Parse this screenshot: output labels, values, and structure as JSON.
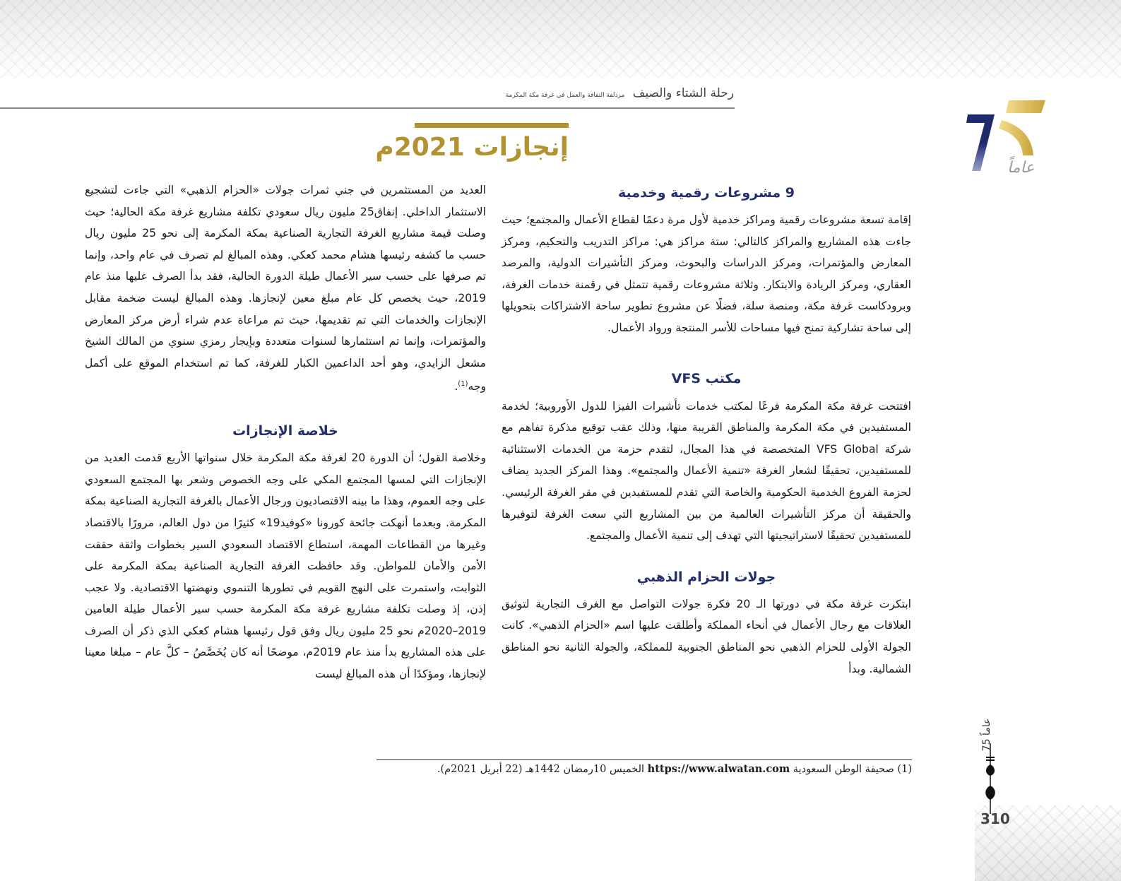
{
  "header": {
    "publication_title": "رحلة الشتاء والصيف",
    "publication_subtitle": "مزدلفة الثقافة والعمل في غرفة مكة المكرمة"
  },
  "logo": {
    "text": "75 عاماً",
    "colors": {
      "navy": "#1f2a6e",
      "gold": "#c9a43a"
    }
  },
  "page_title": "إنجازات 2021م",
  "accent_color": "#b39232",
  "heading_color": "#24306e",
  "right_column": {
    "sections": [
      {
        "heading": "9 مشروعات رقمية وخدمية",
        "text": "إقامة تسعة مشروعات رقمية ومراكز خدمية لأول مرة دعمًا لقطاع الأعمال والمجتمع؛ حيث جاءت هذه المشاريع والمراكز كالتالي: ستة مراكز هي: مراكز التدريب والتحكيم، ومركز المعارض والمؤتمرات، ومركز الدراسات والبحوث، ومركز التأشيرات الدولية، والمرصد العقاري، ومركز الريادة والابتكار. وثلاثة مشروعات رقمية تتمثل في رقمنة خدمات الغرفة، وبرودكاست غرفة مكة، ومنصة سلة، فضلًا عن مشروع تطوير ساحة الاشتراكات بتحويلها إلى ساحة تشاركية تمنح فيها مساحات للأسر المنتجة ورواد الأعمال."
      },
      {
        "heading": "مكتب VFS",
        "text": "افتتحت غرفة مكة المكرمة فرعًا لمكتب خدمات تأشيرات الفيزا للدول الأوروبية؛ لخدمة المستفيدين في مكة المكرمة والمناطق القريبة منها، وذلك عقب توقيع مذكرة تفاهم مع شركة VFS Global المتخصصة في هذا المجال، لتقدم حزمة من الخدمات الاستثنائية للمستفيدين، تحقيقًا لشعار الغرفة «تنمية الأعمال والمجتمع». وهذا المركز الجديد يضاف لحزمة الفروع الخدمية الحكومية والخاصة التي تقدم للمستفيدين في مقر الغرفة الرئيسي. والحقيقة أن مركز التأشيرات العالمية من بين المشاريع التي سعت الغرفة لتوفيرها للمستفيدين تحقيقًا لاستراتيجيتها التي تهدف إلى تنمية الأعمال والمجتمع."
      },
      {
        "heading": "جولات الحزام الذهبي",
        "text": "ابتكرت غرفة مكة في دورتها الـ 20 فكرة جولات التواصل مع الغرف التجارية لتوثيق العلاقات مع رجال الأعمال في أنحاء المملكة وأطلقت عليها اسم «الحزام الذهبي». كانت الجولة الأولى للحزام الذهبي نحو المناطق الجنوبية للمملكة، والجولة الثانية نحو المناطق الشمالية. وبدأ"
      }
    ]
  },
  "left_column": {
    "intro_text": "العديد من المستثمرين في جني ثمرات جولات «الحزام الذهبي» التي جاءت لتشجيع الاستثمار الداخلي. إنفاق25 مليون ريال سعودي تكلفة مشاريع غرفة مكة الحالية؛ حيث وصلت قيمة مشاريع الغرفة التجارية الصناعية بمكة المكرمة إلى نحو 25 مليون ريال حسب ما كشفه رئيسها هشام محمد كعكي. وهذه المبالغ لم تصرف في عام واحد، وإنما تم صرفها على حسب سير الأعمال طيلة الدورة الحالية، فقد بدأ الصرف عليها منذ عام 2019، حيث يخصص كل عام مبلغ معين لإنجازها. وهذه المبالغ ليست ضخمة مقابل الإنجازات والخدمات التي تم تقديمها، حيث تم مراعاة عدم شراء أرض مركز المعارض والمؤتمرات، وإنما تم استثمارها لسنوات متعددة وبإيجار رمزي سنوي من المالك الشيخ مشعل الزايدي، وهو أحد الداعمين الكبار للغرفة، كما تم استخدام الموقع على أكمل وجه",
    "footnote_ref": "(1)",
    "intro_end": ".",
    "summary_heading": "خلاصة الإنجازات",
    "summary_text": "وخلاصة القول؛ أن الدورة 20 لغرفة مكة المكرمة خلال سنواتها الأربع قدمت العديد من الإنجازات التي لمسها المجتمع المكي على وجه الخصوص وشعر بها المجتمع السعودي على وجه العموم، وهذا ما بينه الاقتصاديون ورجال الأعمال بالغرفة التجارية الصناعية بمكة المكرمة. وبعدما أنهكت جائحة كورونا «كوفيد19» كثيرًا من دول العالم، مرورًا بالاقتصاد وغيرها من القطاعات المهمة، استطاع الاقتصاد السعودي السير بخطوات واثقة حققت الأمن والأمان للمواطن. وقد حافظت الغرفة التجارية الصناعية بمكة المكرمة على الثوابت، واستمرت على النهج القويم في تطورها التنموي ونهضتها الاقتصادية. ولا عجب إذن، إذ وصلت تكلفة مشاريع غرفة مكة المكرمة حسب سير الأعمال طيلة العامين 2019–2020م نحو 25 مليون ريال وفق قول رئيسها هشام كعكي الذي ذكر أن الصرف على هذه المشاريع بدأ منذ عام 2019م، موضحًا أنه كان يُخَصَّصُ – كلَّ عام – مبلغا معينا لإنجازها، ومؤكدًا أن هذه المبالغ ليست"
  },
  "footnote": {
    "prefix": "(1) صحيفة الوطن السعودية",
    "url": "https://www.alwatan.com",
    "suffix": "الخميس 10رمضان 1442هـ (22 أبريل 2021م)."
  },
  "side": {
    "label": "75 عاماً",
    "page_number": "310"
  }
}
